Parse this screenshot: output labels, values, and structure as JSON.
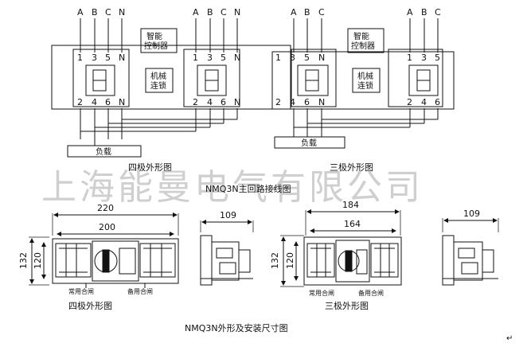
{
  "watermark": "上海能曼电气有限公司",
  "top_caption": "NMQ3N主回路接线图",
  "bottom_caption": "NMQ3N外形及安装尺寸图",
  "four_pole_wiring": {
    "caption": "四极外形图",
    "phase_left": [
      "A",
      "B",
      "C",
      "N"
    ],
    "phase_right": [
      "A",
      "B",
      "C",
      "N"
    ],
    "top_terminals_left": [
      "1",
      "3",
      "5",
      "N"
    ],
    "top_terminals_right": [
      "1",
      "3",
      "5",
      "N"
    ],
    "bottom_terminals_left": [
      "2",
      "4",
      "6",
      "N"
    ],
    "bottom_terminals_right": [
      "2",
      "4",
      "6",
      "N"
    ],
    "controller": "智能\n控制器",
    "controller_l1": "智能",
    "controller_l2": "控制器",
    "interlock_l1": "机械",
    "interlock_l2": "连锁",
    "load": "负载"
  },
  "three_pole_wiring": {
    "caption": "三极外形图",
    "phase_left": [
      "A",
      "B",
      "C"
    ],
    "phase_right": [
      "A",
      "B",
      "C"
    ],
    "top_terminals_left": [
      "1",
      "3",
      "5",
      "N"
    ],
    "top_terminals_right": [
      "1",
      "3",
      "5"
    ],
    "bottom_terminals_left": [
      "2",
      "4",
      "6",
      "N"
    ],
    "bottom_terminals_right": [
      "2",
      "4",
      "6"
    ],
    "controller_l1": "智能",
    "controller_l2": "控制器",
    "interlock_l1": "机械",
    "interlock_l2": "连锁",
    "load": "负载"
  },
  "four_pole_dims": {
    "overall_width": "220",
    "inner_width": "200",
    "overall_height": "132",
    "inner_height": "120",
    "depth": "109",
    "label_common": "常用合闸",
    "label_standby": "备用合闸",
    "caption": "四极外形图"
  },
  "three_pole_dims": {
    "overall_width": "184",
    "inner_width": "164",
    "overall_height": "132",
    "inner_height": "120",
    "depth": "109",
    "label_common": "常用合闸",
    "label_standby": "备用合闸",
    "caption": "三极外形图"
  },
  "corner_mark": "↵"
}
